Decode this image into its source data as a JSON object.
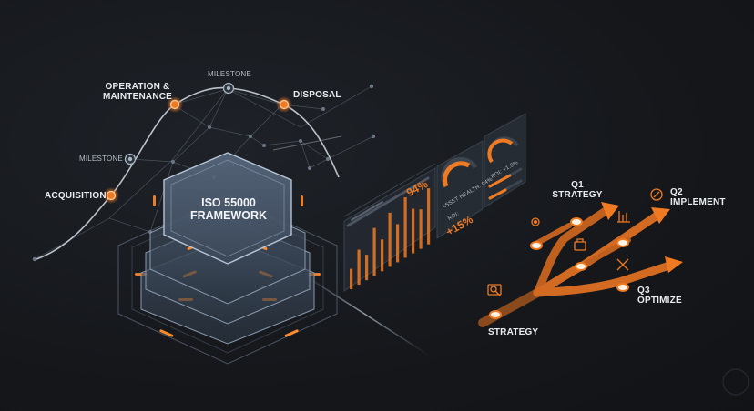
{
  "core": {
    "line1": "ISO 55000",
    "line2": "FRAMEWORK"
  },
  "lifecycle": {
    "acquisition": "ACQUISITION",
    "milestone_left": "MILESTONE",
    "operation_line1": "OPERATION &",
    "operation_line2": "MAINTENANCE",
    "milestone_top": "MILESTONE",
    "disposal": "DISPOSAL"
  },
  "dashboard": {
    "percent": "94%",
    "asset_health": "ASSET HEALTH: 94%",
    "roi_label": "ROI:",
    "roi_value": "+15%",
    "roi_small": "ROI: +1.8%",
    "bar_values": [
      0.32,
      0.55,
      0.4,
      0.75,
      0.5,
      0.85,
      0.6,
      0.95,
      0.7,
      0.62,
      0.88
    ]
  },
  "roadmap": {
    "strategy": "STRATEGY",
    "q1_line1": "Q1",
    "q1_line2": "STRATEGY",
    "q2_line1": "Q2",
    "q2_line2": "IMPLEMENT",
    "q3_line1": "Q3",
    "q3_line2": "OPTIMIZE"
  },
  "colors": {
    "accent": "#f07a22",
    "glow": "#ff8a2a",
    "panel": "#2a2f37",
    "text": "#e9ecef"
  }
}
